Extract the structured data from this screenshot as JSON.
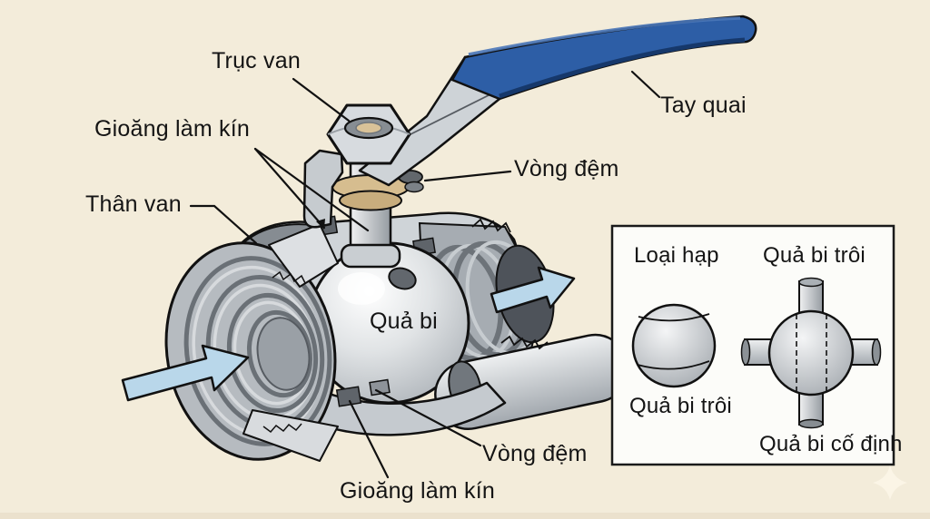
{
  "diagram": {
    "subject": "ball-valve-cutaway",
    "background": "#f3ecda",
    "callouts": {
      "truc_van": "Trục van",
      "tay_quai": "Tay quai",
      "gioang_lam_kin_top": "Gioăng làm kín",
      "than_van": "Thân van",
      "vong_dem_right": "Vòng đệm",
      "qua_bi": "Quả bi",
      "vong_dem_bottom": "Vòng đệm",
      "gioang_lam_kin_bottom": "Gioăng làm kín"
    },
    "inset": {
      "heading_left": "Loại hạp",
      "heading_right": "Quả bi trôi",
      "caption_floating_ball": "Quả bi trôi",
      "caption_fixed_ball": "Quả bi cố định"
    },
    "colors": {
      "background": "#f3ecda",
      "handle_blue": "#2d5ea6",
      "handle_blue_dark": "#16386b",
      "arrow_blue": "#b9d7ea",
      "gasket_tan": "#d6bd8f",
      "metal_light": "#d7dbdf",
      "metal_mid": "#b6bbc0",
      "metal_dark": "#6d7379",
      "inset_background": "#fcfcf9",
      "outline": "#111111"
    }
  }
}
